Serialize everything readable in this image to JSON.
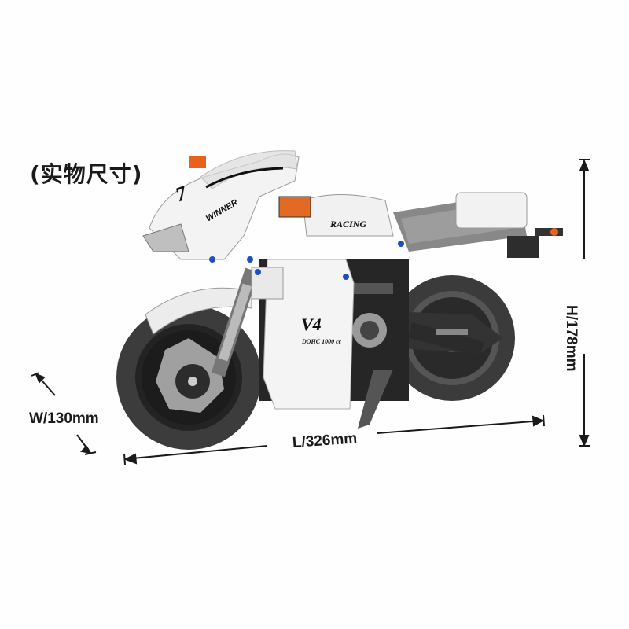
{
  "image": {
    "subject": "White Technic-style brick-built superbike model (side view)",
    "background_color": "#fefefe"
  },
  "header": {
    "title": "(实物尺寸)"
  },
  "dimensions": {
    "width": {
      "label": "W/130mm",
      "axis": "depth (diagonal arrow)"
    },
    "length": {
      "label": "L/326mm",
      "axis": "horizontal arrow under bike"
    },
    "height": {
      "label": "H/178mm",
      "axis": "vertical arrow at right"
    }
  },
  "decals": {
    "number": "7",
    "fairing_text": "WINNER",
    "tank_text": "RACING",
    "engine_badge": "V4",
    "engine_subtext": "DOHC 1000 cc"
  },
  "colors": {
    "body_white": "#f2f2f2",
    "frame_dark": "#2a2a2a",
    "tire_dark": "#3a3a3a",
    "silver": "#a9a9a9",
    "accent_orange": "#e8621c",
    "accent_blue": "#1e4fbf",
    "text_dark": "#1a1a1a"
  }
}
